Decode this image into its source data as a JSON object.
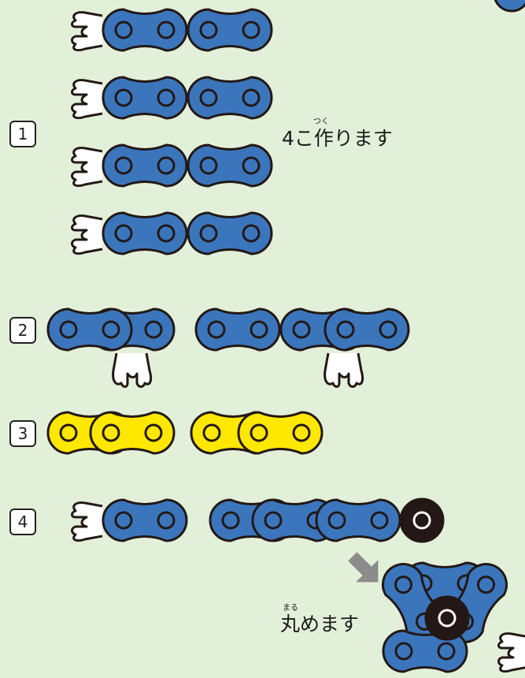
{
  "colors": {
    "background": "#E3F0D9",
    "blue_link": "#3B76BD",
    "yellow_link": "#FFE800",
    "black_link": "#231815",
    "outline": "#231815",
    "arrow": "#8C8C8C"
  },
  "steps": [
    {
      "label": "1"
    },
    {
      "label": "2"
    },
    {
      "label": "3"
    },
    {
      "label": "4"
    }
  ],
  "captions": {
    "step1": {
      "text": "4こ作ります",
      "ruby": "つく"
    },
    "final": {
      "text": "丸めます",
      "ruby": "まる"
    }
  },
  "icons": [
    "blue-chain-segment-icon",
    "yellow-chain-segment-icon",
    "black-link-icon",
    "chain-clip-icon",
    "down-right-arrow-icon"
  ]
}
